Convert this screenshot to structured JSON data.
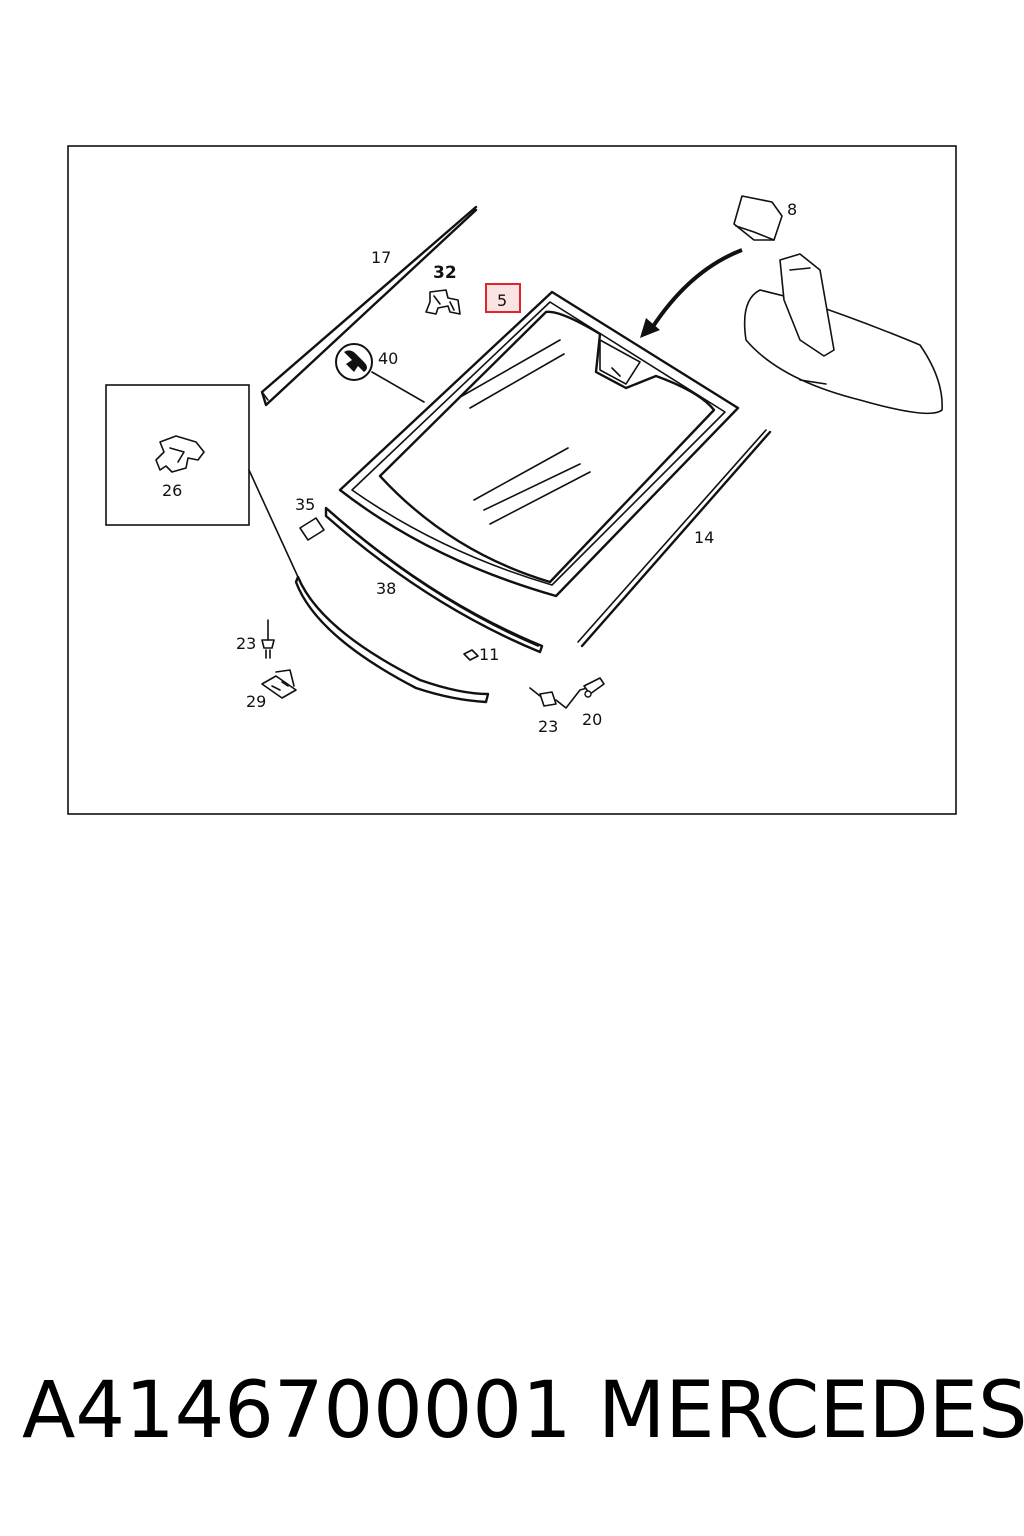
{
  "diagram": {
    "callouts": {
      "c8": "8",
      "c17": "17",
      "c32": "32",
      "c5": "5",
      "c40": "40",
      "c26": "26",
      "c35": "35",
      "c14": "14",
      "c38": "38",
      "c23a": "23",
      "c11": "11",
      "c29": "29",
      "c23b": "23",
      "c20": "20"
    },
    "highlight_color": "#e0242c",
    "highlight_fill": "#fbe3e4"
  },
  "footer": {
    "part_number": "A4146700001",
    "brand": "MERCEDES"
  }
}
